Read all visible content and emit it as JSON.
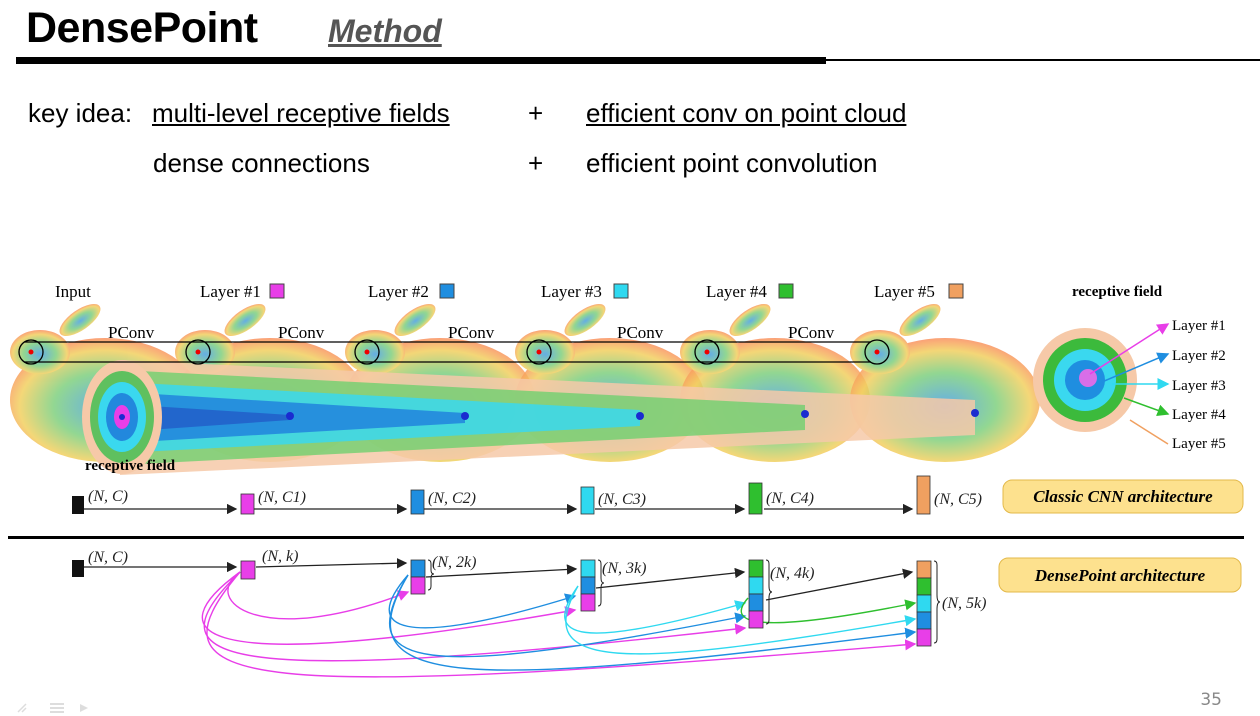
{
  "header": {
    "title": "DensePoint",
    "subtitle": "Method"
  },
  "key_idea": {
    "label": "key idea:",
    "row1_left": "multi-level receptive fields",
    "row1_plus": "+",
    "row1_right": "efficient conv on point cloud",
    "row2_left": "dense connections",
    "row2_plus": "+",
    "row2_right": "efficient point convolution"
  },
  "figure": {
    "stage_labels": [
      "Input",
      "Layer #1",
      "Layer #2",
      "Layer #3",
      "Layer #4",
      "Layer #5"
    ],
    "pconv_label": "PConv",
    "receptive_field_label": "receptive field",
    "legend_title": "receptive field",
    "legend_items": [
      "Layer #1",
      "Layer #2",
      "Layer #3",
      "Layer #4",
      "Layer #5"
    ],
    "colors": {
      "input": "#111111",
      "layer1": "#e83ee8",
      "layer2": "#1f8ee0",
      "layer3": "#2fd9f0",
      "layer4": "#2fbf2f",
      "layer5": "#f0a060",
      "legend_bg": "#fde18e"
    },
    "classic": {
      "title": "Classic CNN architecture",
      "shapes": [
        "(N, C)",
        "(N, C1)",
        "(N, C2)",
        "(N, C3)",
        "(N, C4)",
        "(N, C5)"
      ]
    },
    "dense": {
      "title": "DensePoint architecture",
      "shapes": [
        "(N, C)",
        "(N, k)",
        "(N, 2k)",
        "(N, 3k)",
        "(N, 4k)",
        "(N, 5k)"
      ]
    }
  },
  "footer": {
    "page_number": "35"
  }
}
